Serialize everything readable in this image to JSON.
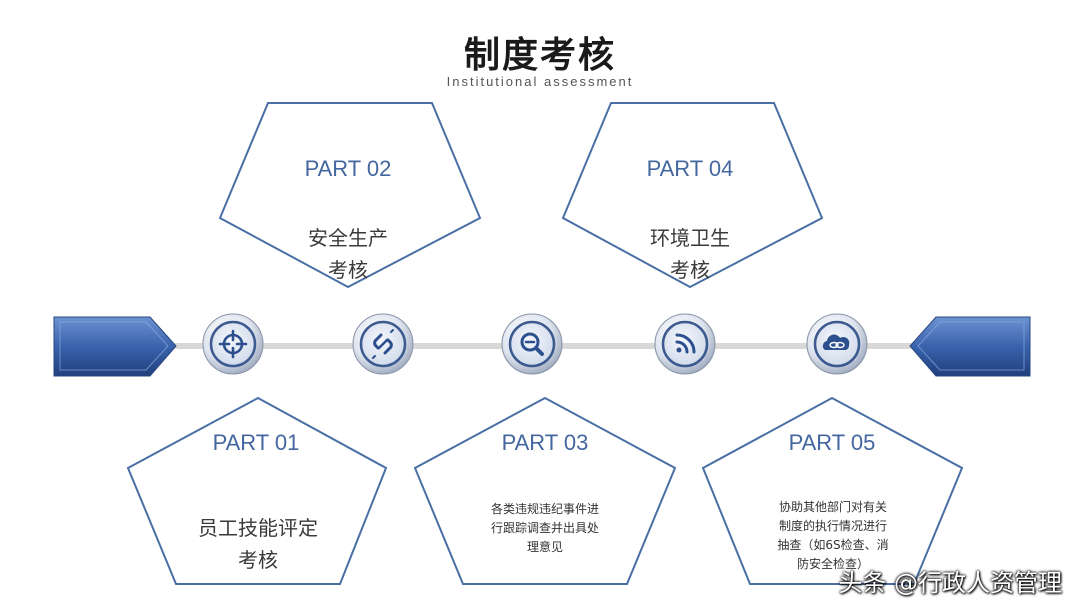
{
  "title": "制度考核",
  "subtitle": "Institutional assessment",
  "colors": {
    "accent": "#4a6fa5",
    "node_inner": "#e7ecf6",
    "line": "#d9d9d9",
    "arrow": "#3f6bb8"
  },
  "parts": [
    {
      "label": "PART 01",
      "text": "员工技能评定\n考核",
      "icon": "crosshair-icon"
    },
    {
      "label": "PART 02",
      "text": "安全生产\n考核",
      "icon": "broken-link-icon"
    },
    {
      "label": "PART 03",
      "text": "各类违规违纪事件进\n行跟踪调查并出具处\n理意见",
      "icon": "search-minus-icon"
    },
    {
      "label": "PART 04",
      "text": "环境卫生\n考核",
      "icon": "rss-icon"
    },
    {
      "label": "PART 05",
      "text": "协助其他部门对有关\n制度的执行情况进行\n抽查（如6S检查、消\n防安全检查）",
      "icon": "cloud-link-icon"
    }
  ],
  "watermark": "头条 @行政人资管理"
}
